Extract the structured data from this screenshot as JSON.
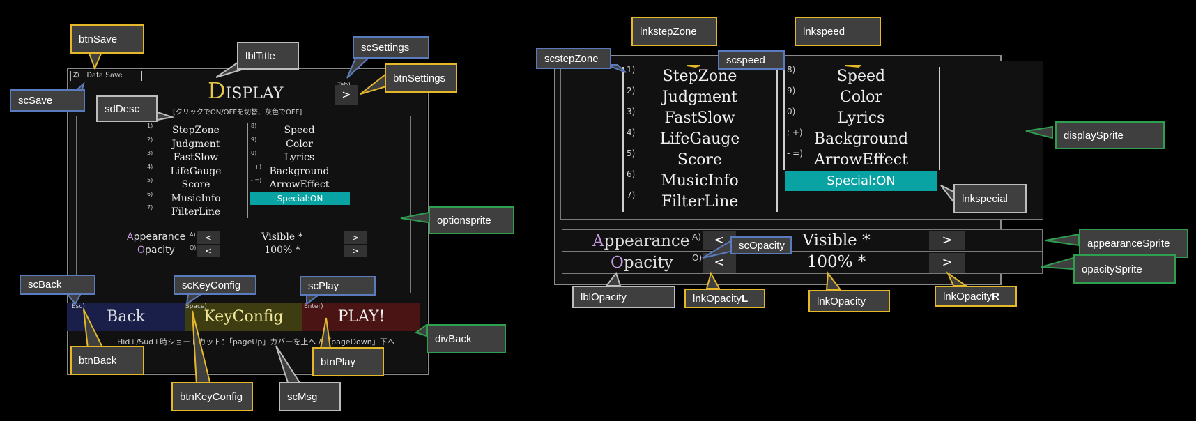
{
  "left": {
    "save": {
      "shortcut": "Z)",
      "label": "Data Save"
    },
    "title": {
      "first": "D",
      "rest": "ISPLAY"
    },
    "settings": {
      "shortcut": "Tab)",
      "label": ">"
    },
    "desc": "[クリックでON/OFFを切替、灰色でOFF]",
    "options_left": [
      {
        "num": "1)",
        "label": "StepZone"
      },
      {
        "num": "2)",
        "label": "Judgment"
      },
      {
        "num": "3)",
        "label": "FastSlow"
      },
      {
        "num": "4)",
        "label": "LifeGauge"
      },
      {
        "num": "5)",
        "label": "Score"
      },
      {
        "num": "6)",
        "label": "MusicInfo"
      },
      {
        "num": "7)",
        "label": "FilterLine"
      }
    ],
    "options_right": [
      {
        "num": "8)",
        "label": "Speed"
      },
      {
        "num": "9)",
        "label": "Color"
      },
      {
        "num": "0)",
        "label": "Lyrics"
      },
      {
        "num": "; +)",
        "label": "Background"
      },
      {
        "num": "- =)",
        "label": "ArrowEffect"
      }
    ],
    "special": "Special:ON",
    "appearance": {
      "first": "A",
      "rest": "ppearance",
      "shortcut": "A)",
      "left": "<",
      "value": "Visible *",
      "right": ">"
    },
    "opacity": {
      "first": "O",
      "rest": "pacity",
      "shortcut": "O)",
      "left": "<",
      "value": "100% *",
      "right": ">"
    },
    "back": {
      "shortcut": "Esc)",
      "label": "Back"
    },
    "keyconfig": {
      "shortcut": "Space)",
      "label": "KeyConfig"
    },
    "play": {
      "shortcut": "Enter)",
      "label": "PLAY!"
    },
    "msg": "Hid+/Sud+時ショートカット：「pageUp」カバーを上へ / 「pageDown」下へ"
  },
  "right": {
    "options_left": [
      {
        "num": "1)",
        "label": "StepZone"
      },
      {
        "num": "2)",
        "label": "Judgment"
      },
      {
        "num": "3)",
        "label": "FastSlow"
      },
      {
        "num": "4)",
        "label": "LifeGauge"
      },
      {
        "num": "5)",
        "label": "Score"
      },
      {
        "num": "6)",
        "label": "MusicInfo"
      },
      {
        "num": "7)",
        "label": "FilterLine"
      }
    ],
    "options_right": [
      {
        "num": "8)",
        "label": "Speed"
      },
      {
        "num": "9)",
        "label": "Color"
      },
      {
        "num": "0)",
        "label": "Lyrics"
      },
      {
        "num": "; +)",
        "label": "Background"
      },
      {
        "num": "- =)",
        "label": "ArrowEffect"
      }
    ],
    "special": "Special:ON",
    "appearance": {
      "first": "A",
      "rest": "ppearance",
      "shortcut": "A)",
      "left": "<",
      "value": "Visible *",
      "right": ">"
    },
    "opacity": {
      "first": "O",
      "rest": "pacity",
      "shortcut": "O)",
      "left": "<",
      "value": "100% *",
      "right": ">"
    }
  },
  "callouts": {
    "btnSave": "btnSave",
    "lblTitle": "lblTitle",
    "scSettings": "scSettings",
    "btnSettings": "btnSettings",
    "scSave": "scSave",
    "sdDesc": "sdDesc",
    "optionsprite": "optionsprite",
    "scBack": "scBack",
    "scKeyConfig": "scKeyConfig",
    "scPlay": "scPlay",
    "divBack": "divBack",
    "btnBack": "btnBack",
    "btnPlay": "btnPlay",
    "btnKeyConfig": "btnKeyConfig",
    "scMsg": "scMsg",
    "lnkstepZone": "lnkstepZone",
    "lnkspeed": "lnkspeed",
    "scstepZone": "scstepZone",
    "scspeed": "scspeed",
    "displaySprite": "displaySprite",
    "lnkspecial": "lnkspecial",
    "appearanceSprite": "appearanceSprite",
    "scOpacity": "scOpacity",
    "opacitySprite": "opacitySprite",
    "lblOpacity": "lblOpacity",
    "lnkOpacityL_a": "lnkOpacity",
    "lnkOpacityL_b": "L",
    "lnkOpacity": "lnkOpacity",
    "lnkOpacityR_a": "lnkOpacity",
    "lnkOpacityR_b": "R"
  },
  "colors": {
    "accent_title": "#e6c84b",
    "accent_letter": "#c59be0",
    "special": "#0aa3a3",
    "back": "#1a1f4a",
    "keyconfig": "#3e3d12",
    "play": "#4a1414"
  }
}
